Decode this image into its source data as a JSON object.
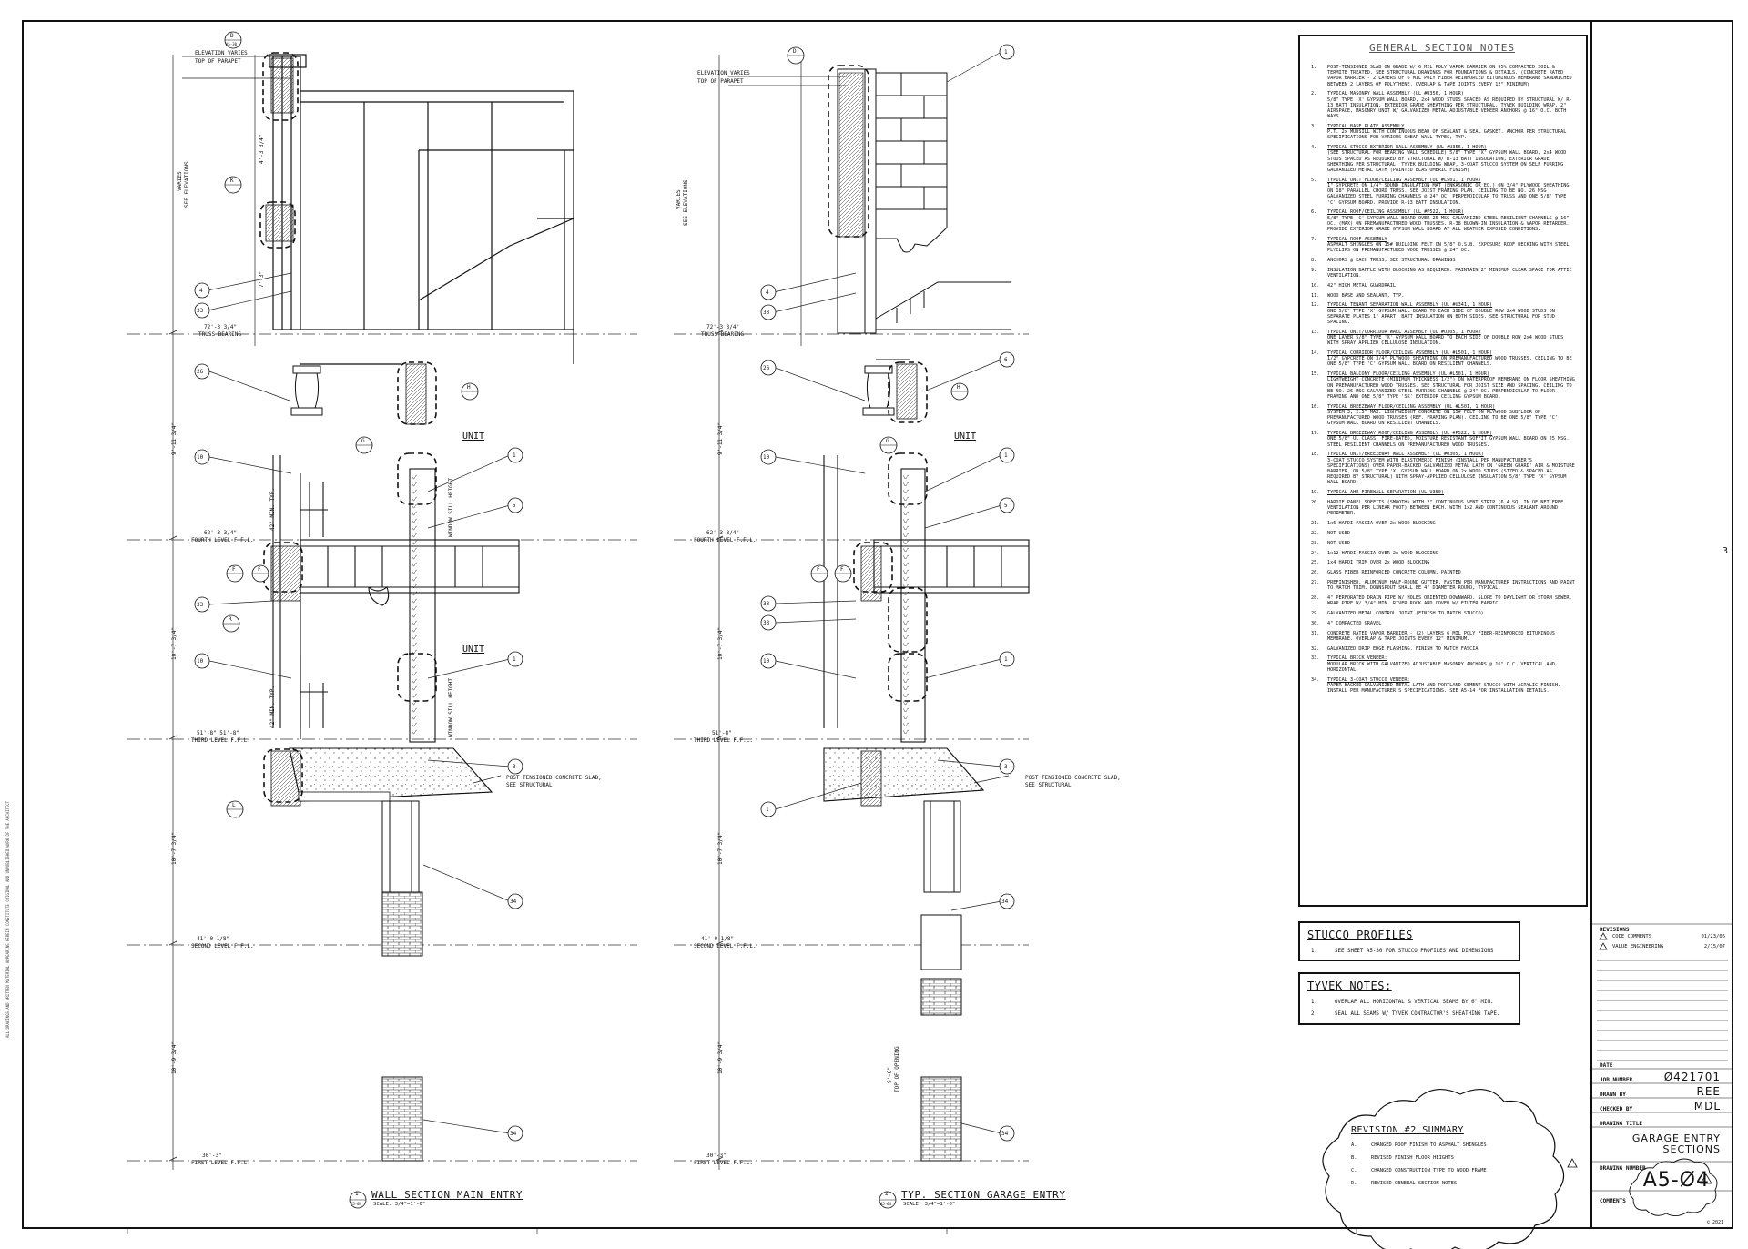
{
  "general_notes": {
    "title": "GENERAL SECTION NOTES",
    "items": [
      {
        "num": "1.",
        "head": "",
        "text": "POST-TENSIONED SLAB ON GRADE W/ 6 MIL POLY VAPOR BARRIER ON 95% COMPACTED SOIL & TERMITE TREATED. SEE STRUCTURAL DRAWINGS FOR FOUNDATIONS & DETAILS. (CONCRETE RATED VAPOR BARRIER - 2 LAYERS OF 6 MIL POLY FIBER REINFORCED BITUMINOUS MEMBRANE SANDWICHED BETWEEN 2 LAYERS OF POLYTHENE. OVERLAP & TAPE JOINTS EVERY 12\" MINIMUM)"
      },
      {
        "num": "2.",
        "head": "TYPICAL MASONRY WALL ASSEMBLY (UL #U356, 1 HOUR)",
        "text": "5/8\" TYPE 'X' GYPSUM WALL BOARD, 2x4 WOOD STUDS SPACED AS REQUIRED BY STRUCTURAL W/ R-13 BATT INSULATION, EXTERIOR GRADE SHEATHING PER STRUCTURAL, TYVEK BUILDING WRAP, 2\" AIRSPACE, MASONRY UNIT W/ GALVANIZED METAL ADJUSTABLE VENEER ANCHORS @ 16\" O.C. BOTH WAYS."
      },
      {
        "num": "3.",
        "head": "TYPICAL BASE PLATE ASSEMBLY",
        "text": "P.T. 2x MUDSILL WITH CONTINUOUS BEAD OF SEALANT & SEAL GASKET. ANCHOR PER STRUCTURAL SPECIFICATIONS FOR VARIOUS SHEAR WALL TYPES, TYP."
      },
      {
        "num": "4.",
        "head": "TYPICAL STUCCO EXTERIOR WALL ASSEMBLY (UL #U356, 1 HOUR)",
        "text": "(SEE STRUCTURAL FOR BEARING WALL SCHEDULE) 5/8\" TYPE 'X' GYPSUM WALL BOARD, 2x4 WOOD STUDS SPACED AS REQUIRED BY STRUCTURAL W/ R-13 BATT INSULATION, EXTERIOR GRADE SHEATHING PER STRUCTURAL, TYVEK BUILDING WRAP, 3-COAT STUCCO SYSTEM ON SELF FURRING GALVANIZED METAL LATH (PAINTED ELASTOMERIC FINISH)"
      },
      {
        "num": "5.",
        "head": "TYPICAL UNIT FLOOR/CEILING ASSEMBLY (UL #L501, 1 HOUR)",
        "text": "1\" GYPCRETE ON 1/4\" SOUND INSULATION MAT (ENKASONIC OR EQ.) ON 3/4\" PLYWOOD SHEATHING ON 18\" PARALLEL CHORD TRUSS. SEE JOIST FRAMING PLAN. CEILING TO BE NO. 26 MSG GALVANIZED STEEL FURRING CHANNELS @ 24\" OC. PERPENDICULAR TO TRUSS AND ONE 5/8\" TYPE 'C' GYPSUM BOARD. PROVIDE R-13 BATT INSULATION."
      },
      {
        "num": "6.",
        "head": "TYPICAL ROOF/CEILING ASSEMBLY (UL #P522, 1 HOUR)",
        "text": "5/8\" TYPE 'C' GYPSUM WALL BOARD OVER 25 MSG GALVANIZED STEEL RESILIENT CHANNELS @ 16\" OC. (MAX) ON PREMANUFACTURED WOOD TRUSSES. R-38 BLOWN-IN INSULATION & VAPOR RETARDER. PROVIDE EXTERIOR GRADE GYPSUM WALL BOARD AT ALL WEATHER EXPOSED CONDITIONS."
      },
      {
        "num": "7.",
        "head": "TYPICAL ROOF ASSEMBLY",
        "text": "ASPHALT SHINGLES ON 15# BUILDING FELT ON 5/8\" O.S.B. EXPOSURE ROOF DECKING WITH STEEL PLYCLIPS ON PREMANUFACTURED WOOD TRUSSES @ 24\" OC."
      },
      {
        "num": "8.",
        "head": "",
        "text": "ANCHORS @ EACH TRUSS, SEE STRUCTURAL DRAWINGS"
      },
      {
        "num": "9.",
        "head": "",
        "text": "INSULATION BAFFLE WITH BLOCKING AS REQUIRED. MAINTAIN 2\" MINIMUM CLEAR SPACE FOR ATTIC VENTILATION."
      },
      {
        "num": "10.",
        "head": "",
        "text": "42\" HIGH METAL GUARDRAIL"
      },
      {
        "num": "11.",
        "head": "",
        "text": "WOOD BASE AND SEALANT, TYP."
      },
      {
        "num": "12.",
        "head": "TYPICAL TENANT SEPARATION WALL ASSEMBLY (UL #U341, 1 HOUR)",
        "text": "ONE 5/8\" TYPE 'X' GYPSUM WALL BOARD TO EACH SIDE OF DOUBLE ROW 2x4 WOOD STUDS ON SEPARATE PLATES 1\" APART. BATT INSULATION ON BOTH SIDES. SEE STRUCTURAL FOR STUD SPACING."
      },
      {
        "num": "13.",
        "head": "TYPICAL UNIT/CORRIDOR WALL ASSEMBLY (UL #U305, 1 HOUR)",
        "text": "ONE LAYER 5/8\" TYPE 'X' GYPSUM WALL BOARD TO EACH SIDE OF DOUBLE ROW 2x4 WOOD STUDS WITH SPRAY APPLIED CELLULOSE INSULATION."
      },
      {
        "num": "14.",
        "head": "TYPICAL CORRIDOR FLOOR/CEILING ASSEMBLY (UL #L501, 1 HOUR)",
        "text": "1/2\" GYPCRETE ON 3/4\" PLYWOOD SHEATHING ON PREMANUFACTURED WOOD TRUSSES. CEILING TO BE ONE 5/8\" TYPE 'C' GYPSUM WALL BOARD ON RESILIENT CHANNELS."
      },
      {
        "num": "15.",
        "head": "TYPICAL BALCONY FLOOR/CEILING ASSEMBLY (UL #L501, 1 HOUR)",
        "text": "LIGHTWEIGHT CONCRETE (MINIMUM THICKNESS 1/2\") ON WATERPROOF MEMBRANE ON FLOOR SHEATHING ON PREMANUFACTURED WOOD TRUSSES. SEE STRUCTURAL FOR JOIST SIZE AND SPACING. CEILING TO BE NO. 26 MSG GALVANIZED STEEL FURRING CHANNELS @ 24\" OC. PERPENDICULAR TO FLOOR FRAMING AND ONE 5/8\" TYPE 'SK' EXTERIOR CEILING GYPSUM BOARD."
      },
      {
        "num": "16.",
        "head": "TYPICAL BREEZEWAY FLOOR/CEILING ASSEMBLY (UL #L501, 1 HOUR)",
        "text": "SYSTEM 3, 2.5\" MAX. LIGHTWEIGHT CONCRETE ON 15# FELT ON PLYWOOD SUBFLOOR ON PREMANUFACTURED WOOD TRUSSES (REF. FRAMING PLAN). CEILING TO BE ONE 5/8\" TYPE 'C' GYPSUM WALL BOARD ON RESILIENT CHANNELS."
      },
      {
        "num": "17.",
        "head": "TYPICAL BREEZEWAY ROOF/CEILING ASSEMBLY (UL #P522, 1 HOUR)",
        "text": "ONE 5/8\" UL CLASS, FIRE-RATED, MOISTURE RESISTANT SOFFIT GYPSUM WALL BOARD ON 25 MSG. STEEL RESILIENT CHANNELS ON PREMANUFACTURED WOOD TRUSSES."
      },
      {
        "num": "18.",
        "head": "TYPICAL UNIT/BREEZEWAY WALL ASSEMBLY (UL #U305, 1 HOUR)",
        "text": "3-COAT STUCCO SYSTEM WITH ELASTOMERIC FINISH (INSTALL PER MANUFACTURER'S SPECIFICATIONS) OVER PAPER-BACKED GALVANIZED METAL LATH ON 'GREEN GUARD' AIR & MOISTURE BARRIER, ON 5/8\" TYPE 'X' GYPSUM WALL BOARD ON 2x WOOD STUDS (SIZED & SPACED AS REQUIRED BY STRUCTURAL) WITH SPRAY-APPLIED CELLULOSE INSULATION 5/8\" TYPE 'X' GYPSUM WALL BOARD."
      },
      {
        "num": "19.",
        "head": "TYPICAL AHR FIREWALL SEPARATION (UL U350)",
        "text": ""
      },
      {
        "num": "20.",
        "head": "",
        "text": "HARDIE PANEL SOFFITS (SMOOTH) WITH 2\" CONTINUOUS VENT STRIP (6.4 SQ. IN OF NET FREE VENTILATION PER LINEAR FOOT) BETWEEN EACH. WITH 1x2 AND CONTINUOUS SEALANT AROUND PERIMETER."
      },
      {
        "num": "21.",
        "head": "",
        "text": "1x6 HARDI FASCIA OVER 2x WOOD BLOCKING"
      },
      {
        "num": "22.",
        "head": "",
        "text": "NOT USED"
      },
      {
        "num": "23.",
        "head": "",
        "text": "NOT USED"
      },
      {
        "num": "24.",
        "head": "",
        "text": "1x12 HARDI FASCIA OVER 2x WOOD BLOCKING"
      },
      {
        "num": "25.",
        "head": "",
        "text": "1x4 HARDI TRIM OVER 2x WOOD BLOCKING"
      },
      {
        "num": "26.",
        "head": "",
        "text": "GLASS FIBER REINFORCED CONCRETE COLUMN, PAINTED"
      },
      {
        "num": "27.",
        "head": "",
        "text": "PREFINISHED, ALUMINUM HALF-ROUND GUTTER. FASTEN PER MANUFACTURER INSTRUCTIONS AND PAINT TO MATCH TRIM. DOWNSPOUT SHALL BE 4\" DIAMETER ROUND, TYPICAL."
      },
      {
        "num": "28.",
        "head": "",
        "text": "4\" PERFORATED DRAIN PIPE W/ HOLES ORIENTED DOWNWARD. SLOPE TO DAYLIGHT OR STORM SEWER. WRAP PIPE W/ 3/4\" MIN. RIVER ROCK AND COVER W/ FILTER FABRIC."
      },
      {
        "num": "29.",
        "head": "",
        "text": "GALVANIZED METAL CONTROL JOINT (FINISH TO MATCH STUCCO)"
      },
      {
        "num": "30.",
        "head": "",
        "text": "4\" COMPACTED GRAVEL"
      },
      {
        "num": "31.",
        "head": "",
        "text": "CONCRETE RATED VAPOR BARRIER - (2) LAYERS 6 MIL POLY FIBER-REINFORCED BITUMINOUS MEMBRANE. OVERLAP & TAPE JOINTS EVERY 12\" MINIMUM."
      },
      {
        "num": "32.",
        "head": "",
        "text": "GALVANIZED DRIP EDGE FLASHING. FINISH TO MATCH FASCIA"
      },
      {
        "num": "33.",
        "head": "TYPICAL BRICK VENEER:",
        "text": "MODULAR BRICK WITH GALVANIZED ADJUSTABLE MASONRY ANCHORS @ 16\" O.C. VERTICAL AND HORIZONTAL"
      },
      {
        "num": "34.",
        "head": "TYPICAL 3-COAT STUCCO VENEER:",
        "text": "PAPER-BACKED GALVANIZED METAL LATH AND PORTLAND CEMENT STUCCO WITH ACRYLIC FINISH. INSTALL PER MANUFACTURER'S SPECIFICATIONS. SEE A5-14 FOR INSTALLATION DETAILS."
      }
    ]
  },
  "stucco_profiles": {
    "title": "STUCCO PROFILES",
    "items": [
      {
        "num": "1.",
        "text": "SEE SHEET A5-30 FOR STUCCO PROFILES AND DIMENSIONS"
      }
    ]
  },
  "tyvek_notes": {
    "title": "TYVEK NOTES:",
    "items": [
      {
        "num": "1.",
        "text": "OVERLAP ALL HORIZONTAL & VERTICAL SEAMS BY 6\" MIN."
      },
      {
        "num": "2.",
        "text": "SEAL ALL SEAMS W/ TYVEK CONTRACTOR'S SHEATHING TAPE."
      }
    ]
  },
  "revision_summary": {
    "title": "REVISION #2 SUMMARY",
    "items": [
      {
        "num": "A.",
        "text": "CHANGED ROOF FINISH TO ASPHALT SHINGLES"
      },
      {
        "num": "B.",
        "text": "REVISED FINISH FLOOR HEIGHTS"
      },
      {
        "num": "C.",
        "text": "CHANGED CONSTRUCTION TYPE TO WOOD FRAME"
      },
      {
        "num": "D.",
        "text": "REVISED GENERAL SECTION NOTES"
      }
    ]
  },
  "title_block": {
    "revisions_label": "REVISIONS",
    "revisions": [
      {
        "mark": "1",
        "text": "CODE COMMENTS",
        "date": "01/23/06"
      },
      {
        "mark": "2",
        "text": "VALUE ENGINEERING",
        "date": "2/15/07"
      }
    ],
    "date_label": "DATE",
    "job_number_label": "JOB NUMBER",
    "job_number": "Ø421701",
    "drawn_by_label": "DRAWN BY",
    "drawn_by": "REE",
    "checked_by_label": "CHECKED BY",
    "checked_by": "MDL",
    "drawing_title_label": "DRAWING TITLE",
    "drawing_title_1": "GARAGE ENTRY",
    "drawing_title_2": "SECTIONS",
    "drawing_number_label": "DRAWING NUMBER",
    "drawing_number": "A5-Ø4",
    "comments_label": "COMMENTS",
    "copyright": "© 2021"
  },
  "section_main": {
    "title": "WALL SECTION MAIN ENTRY",
    "scale": "SCALE: 3/4\"=1'-0\"",
    "marker_num": "1",
    "marker_sheet": "A5-Ø4",
    "elevation_varies": "ELEVATION VARIES",
    "top_of_parapet": "TOP OF PARAPET",
    "truss_bearing_el": "72'-3 3/4\"",
    "truss_bearing": "TRUSS BEARING",
    "fourth_level_el": "62'-3 3/4\"",
    "fourth_level": "FOURTH LEVEL F.F.L.",
    "third_level_el": "51'-8\" 51'-8\"",
    "third_level": "THIRD LEVEL F.F.L.",
    "second_level_el": "41'-0 1/8\"",
    "second_level": "SECOND LEVEL F.F.L.",
    "first_level_el": "30'-3\"",
    "first_level": "FIRST LEVEL F.F.L.",
    "unit_label": "UNIT",
    "pt_slab_note_1": "POST TENSIONED CONCRETE SLAB,",
    "pt_slab_note_2": "SEE STRUCTURAL",
    "varies_note": "VARIES",
    "see_elevations": "SEE ELEVATIONS",
    "guardrail_note": "42\" MIN. TYP.",
    "window_note": "WINDOW SILL HEIGHT",
    "dim_1": "4'-3 3/4\"",
    "dim_2": "7'-3\"",
    "dim_3": "9'-11 3/4\"",
    "dim_4": "10'-7 3/4\"",
    "dim_5": "10'-7 3/4\"",
    "dim_6": "10'-9 3/4\""
  },
  "section_garage": {
    "title": "TYP. SECTION GARAGE ENTRY",
    "scale": "SCALE: 3/4\"=1'-0\"",
    "marker_num": "2",
    "marker_sheet": "A5-Ø4",
    "elevation_varies": "ELEVATION VARIES",
    "top_of_parapet": "TOP OF PARAPET",
    "truss_bearing_el": "72'-3 3/4\"",
    "truss_bearing": "TRUSS BEARING",
    "fourth_level_el": "62'-3 3/4\"",
    "fourth_level": "FOURTH LEVEL F.F.L.",
    "third_level_el": "51'-8\"",
    "third_level": "THIRD LEVEL F.F.L.",
    "second_level_el": "41'-0 1/8\"",
    "second_level": "SECOND LEVEL F.F.L.",
    "first_level_el": "30'-3\"",
    "first_level": "FIRST LEVEL F.F.L.",
    "unit_label": "UNIT",
    "pt_slab_note_1": "POST TENSIONED CONCRETE SLAB,",
    "pt_slab_note_2": "SEE STRUCTURAL",
    "varies_note": "VARIES",
    "see_elevations": "SEE ELEVATIONS",
    "opening_note": "TOP OF OPENING",
    "opening_dim": "9'-8\"",
    "dim_1": "9'-11 3/4\"",
    "dim_2": "10'-7 3/4\"",
    "dim_3": "10'-7 3/4\"",
    "dim_4": "10'-9 3/4\""
  },
  "callouts": {
    "c1": "1",
    "c3": "3",
    "c4": "4",
    "c5": "5",
    "c6": "6",
    "c10": "10",
    "c26": "26",
    "c33": "33",
    "c34": "34",
    "d": "D",
    "k": "K",
    "f": "F",
    "g": "G",
    "h": "H",
    "r": "R",
    "l": "L",
    "sheet": "A5-30"
  },
  "margin_text": "ALL DRAWINGS AND WRITTEN MATERIAL APPEARING HEREIN CONSTITUTE ORIGINAL AND UNPUBLISHED WORK OF THE ARCHITECT",
  "right_edge_mark": "3"
}
